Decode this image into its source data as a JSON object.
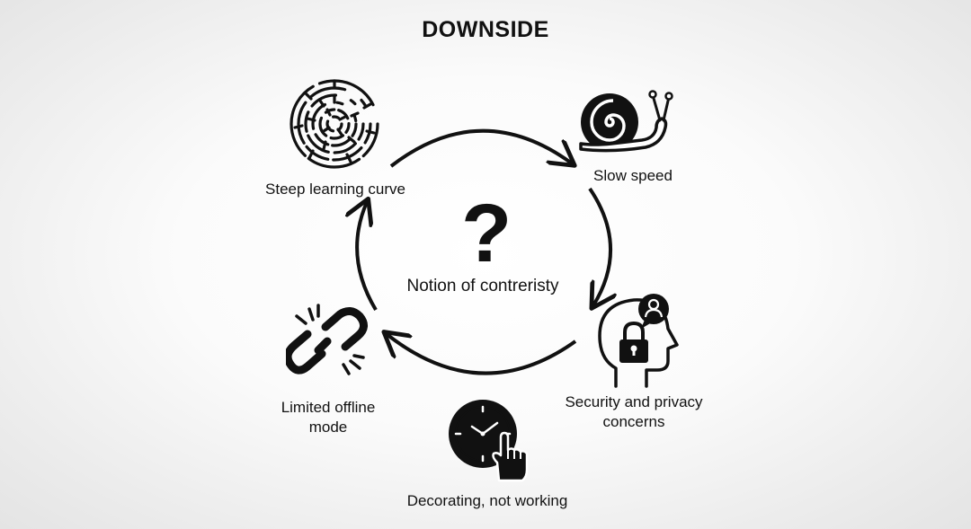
{
  "title": "DOWNSIDE",
  "center": {
    "symbol": "?",
    "label": "Notion of contreristy"
  },
  "items": [
    {
      "label": "Steep learning curve",
      "icon": "maze-icon"
    },
    {
      "label": "Slow speed",
      "icon": "snail-icon"
    },
    {
      "label_line1": "Security and privacy",
      "label_line2": "concerns",
      "icon": "head-lock-icon"
    },
    {
      "label": "Decorating, not working",
      "icon": "clock-hand-icon"
    },
    {
      "label_line1": "Limited offline",
      "label_line2": "mode",
      "icon": "broken-chain-icon"
    }
  ],
  "colors": {
    "ink": "#111111",
    "background": "#f7f7f7"
  }
}
